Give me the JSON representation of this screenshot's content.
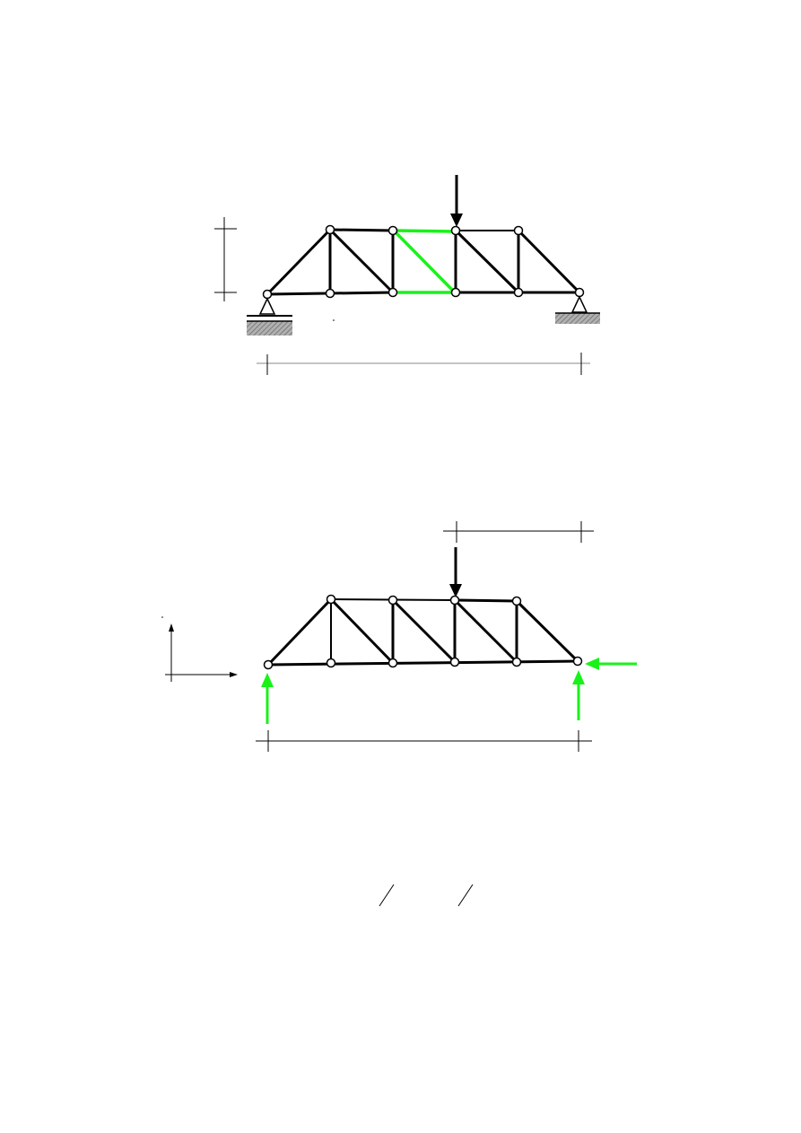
{
  "colors": {
    "member": "#000000",
    "highlight": "#19f219",
    "ground": "#8c8c8c",
    "background": "#ffffff"
  },
  "figures": [
    {
      "id": "truss-with-supports",
      "highlighted_section": "third-panel",
      "supports": [
        "pin-left",
        "pin-right"
      ],
      "applied_load": "downward-at-top-joint-4"
    },
    {
      "id": "free-body-diagram",
      "reactions": [
        "left-vertical",
        "right-vertical",
        "right-horizontal"
      ],
      "applied_load": "downward-at-top-joint-4",
      "axes": "x-y"
    }
  ],
  "icons": [
    "downward-load-arrow-icon",
    "pin-support-icon",
    "reaction-arrow-icon",
    "axis-arrow-icon"
  ]
}
